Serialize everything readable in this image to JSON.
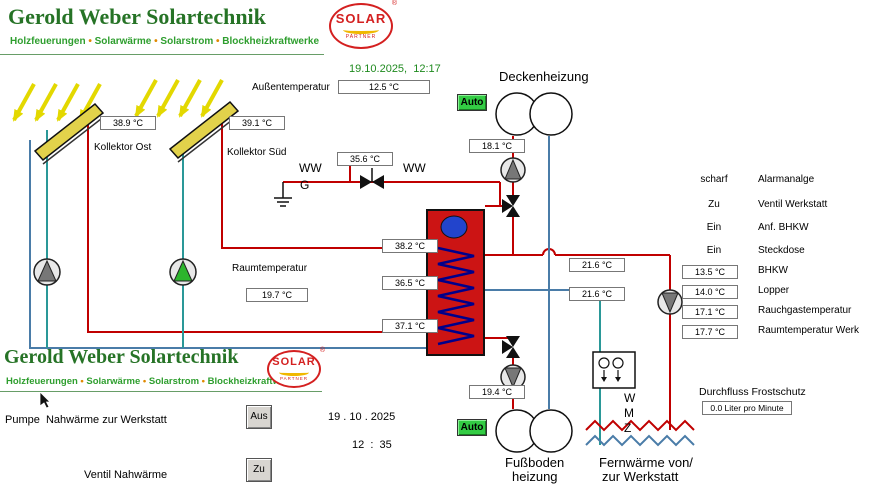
{
  "colors": {
    "brand_green": "#267326",
    "subtitle_green": "#2e9e2e",
    "bullet_orange": "#e08a00",
    "datetime_green": "#1f8a1f",
    "pipe_hot": "#c00000",
    "pipe_cold": "#4a7ca8",
    "pipe_teal": "#2a9898",
    "auto_green": "#33cc44",
    "panel_yellow": "#e2d24b",
    "ray_yellow": "#e3d800",
    "tank_red": "#cc1414",
    "coil_blue": "#00008b",
    "logo_red": "#d42020"
  },
  "header": {
    "title": "Gerold Weber Solartechnik",
    "bullet": "•",
    "subtitle_items": [
      "Holzfeuerungen",
      "Solarwärme",
      "Solarstrom",
      "Blockheizkraftwerke"
    ],
    "logo": {
      "line1": "SOLAR",
      "line2": "PARTNER",
      "registered": "®"
    }
  },
  "top": {
    "datetime": "19.10.2025,  12:17",
    "outdoor_label": "Außentemperatur",
    "outdoor_value": "12.5 °C"
  },
  "collectors": {
    "ost_label": "Kollektor Ost",
    "ost_temp": "38.9 °C",
    "sued_label": "Kollektor Süd",
    "sued_temp": "39.1 °C"
  },
  "deckenheizung": {
    "label": "Deckenheizung",
    "auto": "Auto",
    "temp": "18.1 °C"
  },
  "ww": {
    "left": "WW",
    "right": "WW",
    "ground": "G",
    "temp": "35.6 °C"
  },
  "tank": {
    "temp_top": "38.2 °C",
    "temp_mid": "36.5 °C",
    "temp_bottom": "37.1 °C"
  },
  "room": {
    "label": "Raumtemperatur",
    "value": "19.7 °C"
  },
  "circuit": {
    "temp_supply": "21.6 °C",
    "temp_return": "21.6 °C"
  },
  "status_list": [
    {
      "state": "scharf",
      "label": "Alarmanalge"
    },
    {
      "state": "Zu",
      "label": "Ventil Werkstatt"
    },
    {
      "state": "Ein",
      "label": "Anf. BHKW"
    },
    {
      "state": "Ein",
      "label": "Steckdose"
    },
    {
      "state": "13.5 °C",
      "label": "BHKW"
    },
    {
      "state": "14.0 °C",
      "label": "Lopper"
    },
    {
      "state": "17.1 °C",
      "label": "Rauchgastemperatur"
    },
    {
      "state": "17.7 °C",
      "label": "Raumtemperatur Werk"
    }
  ],
  "controls": {
    "pump_label": "Pumpe  Nahwärme zur Werkstatt",
    "pump_state": "Aus",
    "valve_label": "Ventil Nahwärme",
    "valve_state": "Zu",
    "date": "19 . 10 . 2025",
    "time": "12  :  35"
  },
  "fussboden": {
    "auto": "Auto",
    "temp": "19.4 °C",
    "label1": "Fußboden",
    "label2": "heizung"
  },
  "fernwaerme": {
    "label1": "Fernwärme von/",
    "label2": "zur Werkstatt",
    "meter_letters": [
      "W",
      "M",
      "Z"
    ]
  },
  "flow": {
    "label": "Durchfluss Frostschutz",
    "value": "0.0 Liter pro Minute"
  }
}
